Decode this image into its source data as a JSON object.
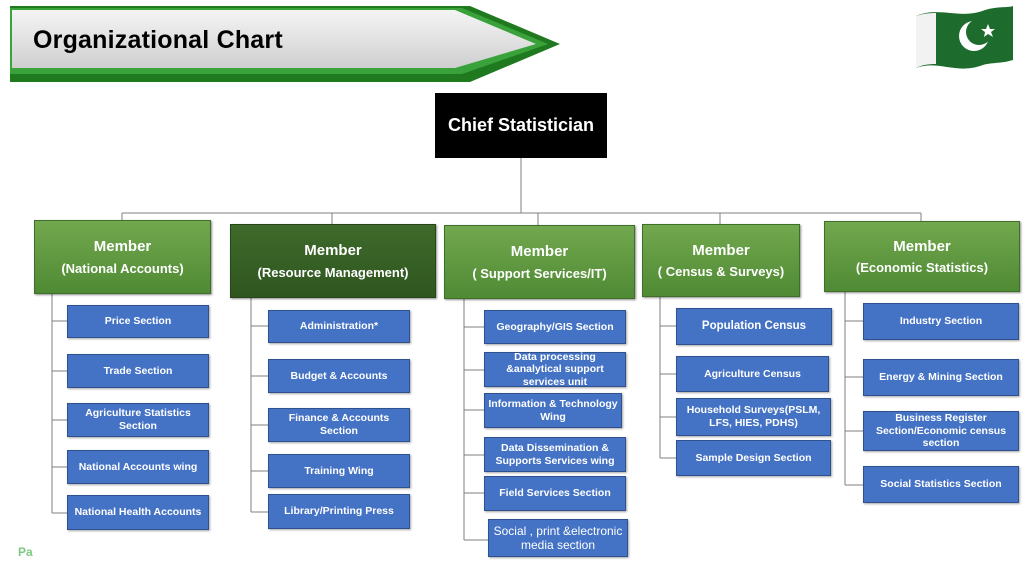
{
  "title": "Organizational Chart",
  "chief": "Chief Statistician",
  "members": [
    {
      "line1": "Member",
      "line2": "(National Accounts)"
    },
    {
      "line1": "Member",
      "line2": "(Resource Management)"
    },
    {
      "line1": "Member",
      "line2": "( Support Services/IT)"
    },
    {
      "line1": "Member",
      "line2": "( Census & Surveys)"
    },
    {
      "line1": "Member",
      "line2": "(Economic Statistics)"
    }
  ],
  "sections": {
    "national_accounts": [
      "Price Section",
      "Trade  Section",
      "Agriculture Statistics Section",
      "National Accounts wing",
      "National Health Accounts"
    ],
    "resource_management": [
      "Administration*",
      "Budget & Accounts",
      "Finance & Accounts Section",
      "Training  Wing",
      "Library/Printing Press"
    ],
    "support_services": [
      "Geography/GIS Section",
      "Data processing &analytical support services unit",
      "Information & Technology Wing",
      "Data Dissemination & Supports Services  wing",
      "Field Services Section",
      "Social , print &electronic media section"
    ],
    "census_surveys": [
      "Population Census",
      "Agriculture Census",
      "Household Surveys(PSLM, LFS, HIES, PDHS)",
      "Sample Design Section"
    ],
    "economic_statistics": [
      "Industry Section",
      "Energy & Mining Section",
      "Business Register Section/Economic census section",
      "Social Statistics Section"
    ]
  },
  "footer": "Pa",
  "colors": {
    "member_light": "#5b9a3c",
    "member_dark": "#385d27",
    "section": "#4472c4",
    "chief": "#000000",
    "banner_green": "#2e8b2e"
  }
}
